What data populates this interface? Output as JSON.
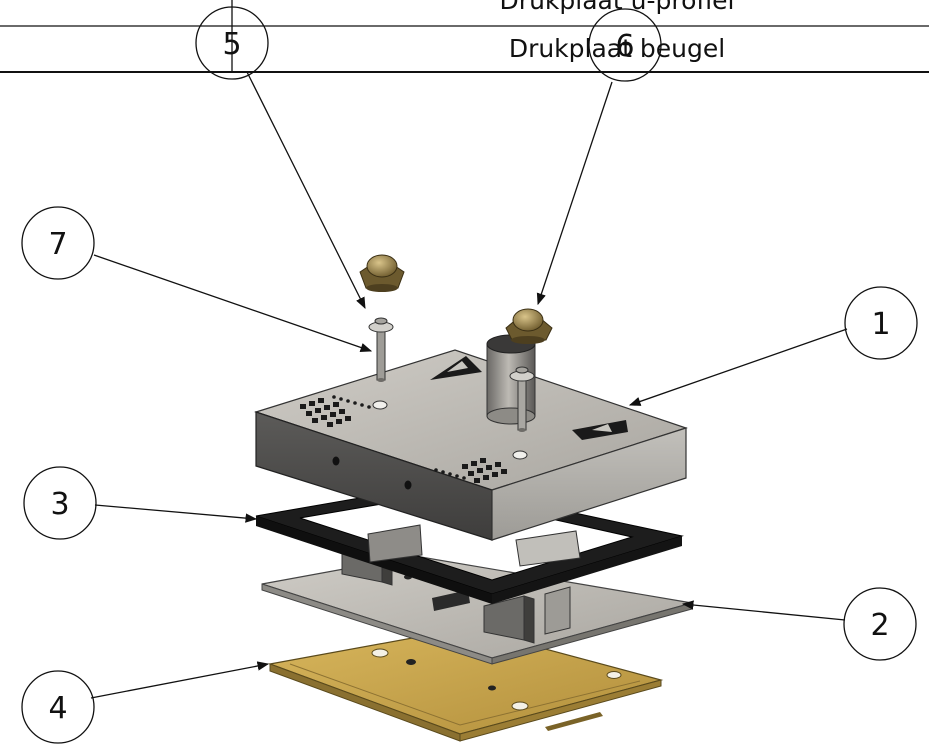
{
  "bom_table": {
    "rows": [
      {
        "description": "Drukplaat u-profiel"
      },
      {
        "description": "Drukplaat beugel"
      }
    ]
  },
  "balloons": {
    "b1": "1",
    "b2": "2",
    "b3": "3",
    "b4": "4",
    "b5": "5",
    "b6": "6",
    "b7": "7"
  },
  "colors": {
    "steel_top": "#b7b4ae",
    "steel_side": "#5f5e5c",
    "gasket": "#1e1e1e",
    "brass_plate": "#c9a64b",
    "brass_nut": "#8e7a45"
  }
}
